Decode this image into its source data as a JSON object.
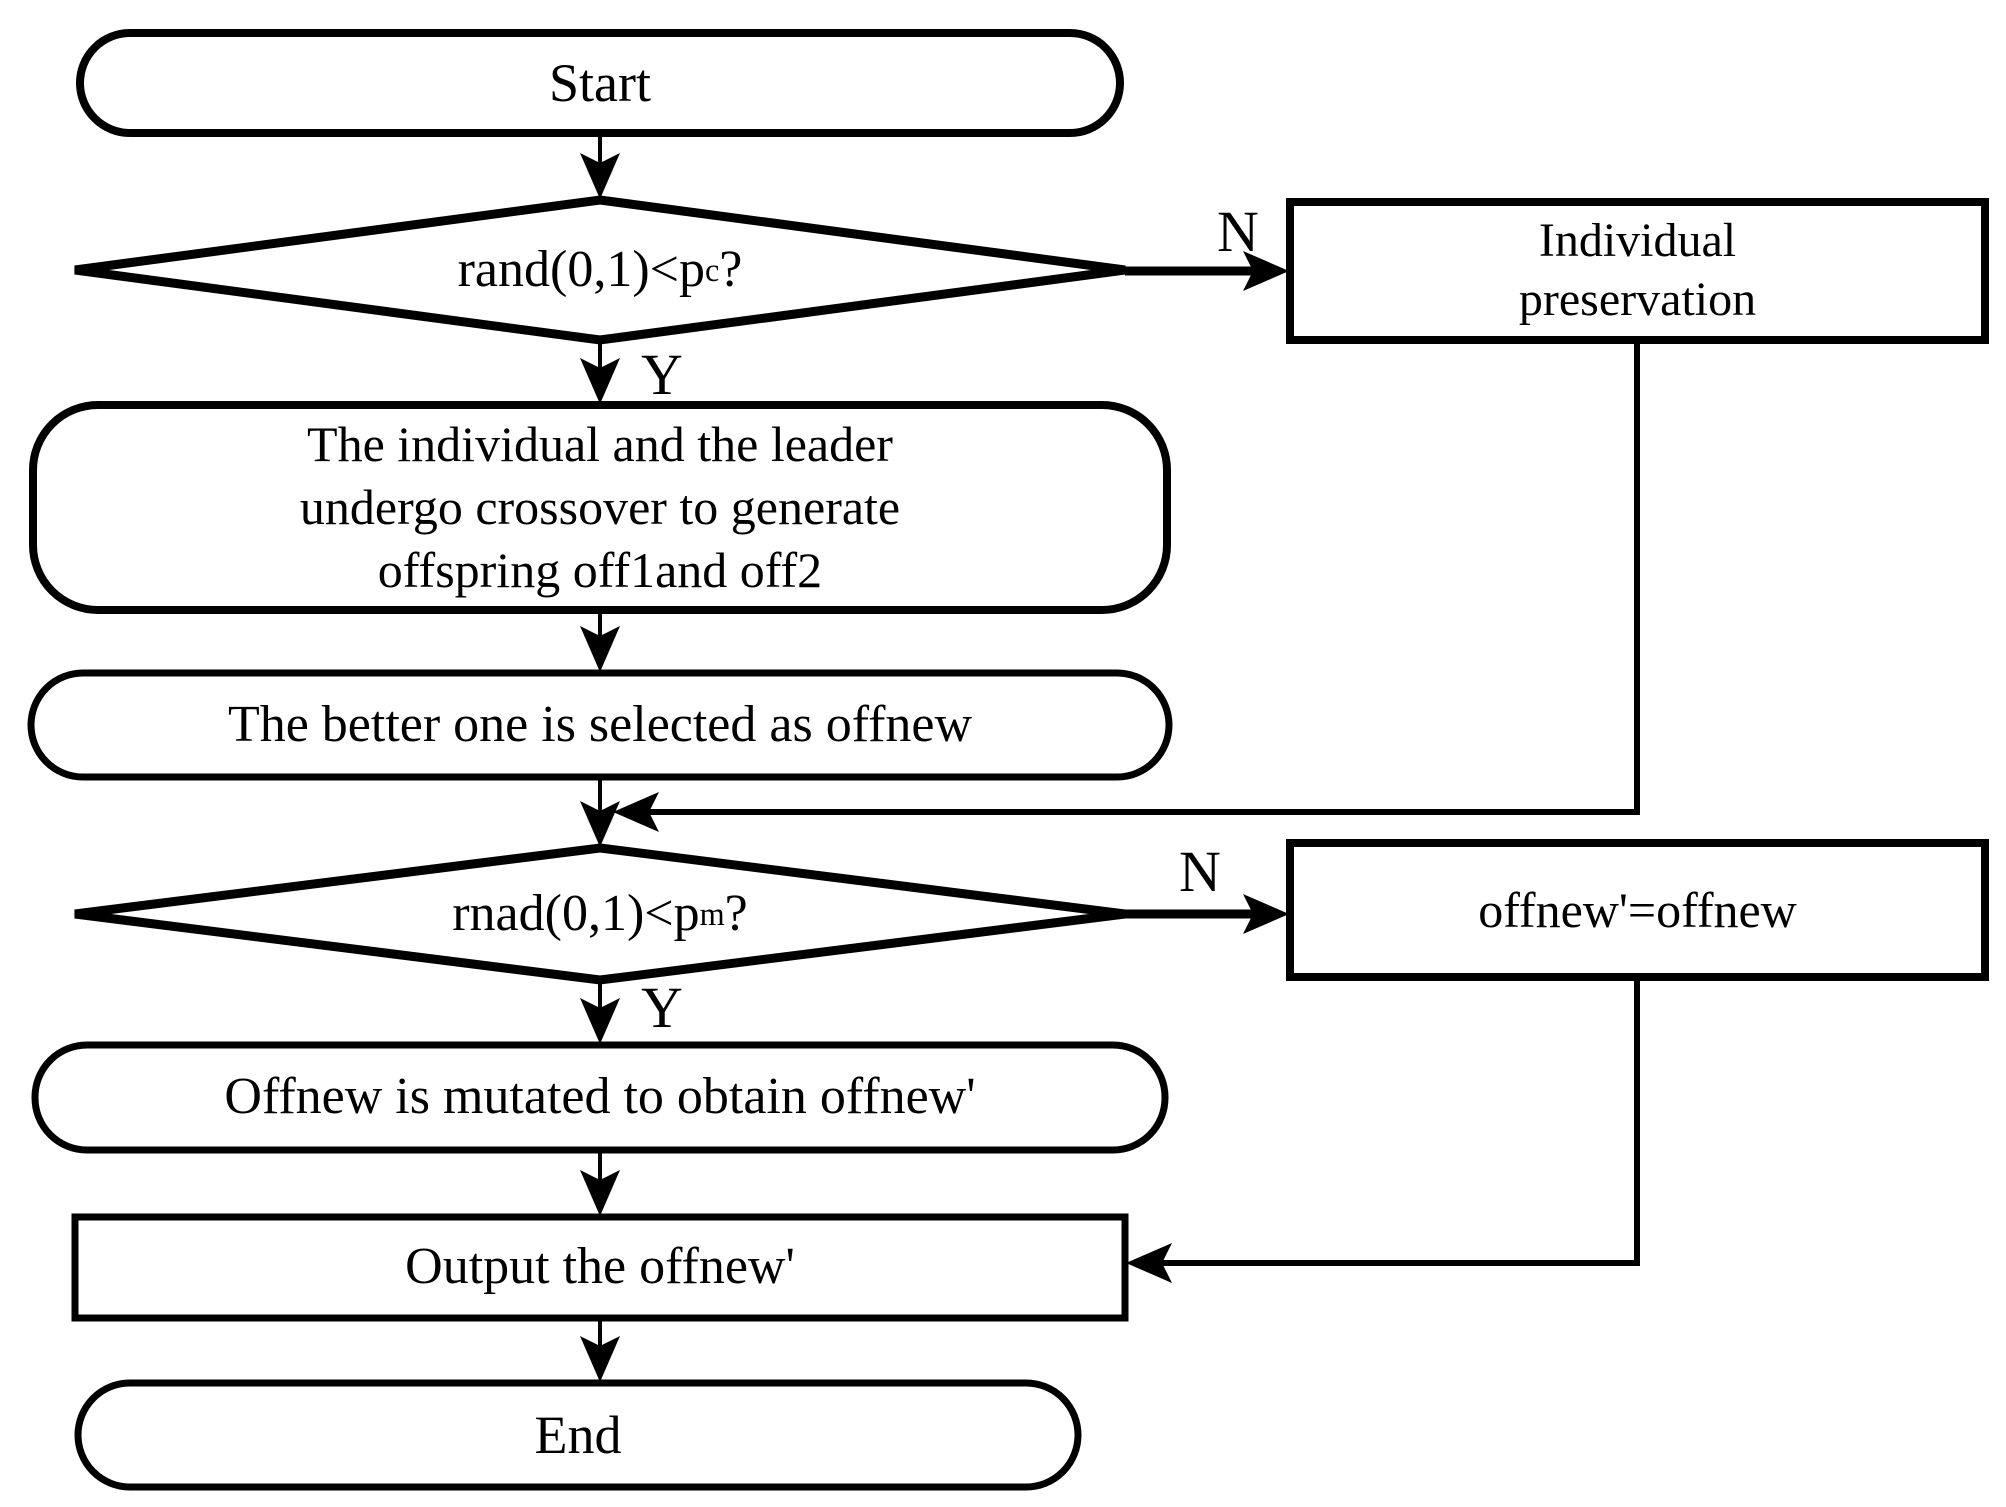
{
  "diagram": {
    "type": "flowchart",
    "colors": {
      "stroke": "#000000",
      "background": "#ffffff"
    },
    "nodes": {
      "start": {
        "shape": "terminator",
        "label": "Start"
      },
      "decision_crossover": {
        "shape": "decision",
        "pre": "rand(0,1)<p",
        "sub": "c",
        "post": " ?"
      },
      "individual_preservation": {
        "shape": "process",
        "line1": "Individual",
        "line2": "preservation"
      },
      "crossover": {
        "shape": "rounded",
        "line1": "The individual and the leader",
        "line2": "undergo crossover to generate",
        "line3": "offspring off1and off2"
      },
      "better_selected": {
        "shape": "rounded",
        "label": "The better one is selected as offnew"
      },
      "decision_mutation": {
        "shape": "decision",
        "pre": "rnad(0,1)<p",
        "sub": "m",
        "post": " ?"
      },
      "offnew_assign": {
        "shape": "process",
        "label": "offnew'=offnew"
      },
      "mutated": {
        "shape": "rounded",
        "label": "Offnew is mutated to obtain offnew'"
      },
      "output": {
        "shape": "process",
        "label": "Output the offnew'"
      },
      "end": {
        "shape": "terminator",
        "label": "End"
      }
    },
    "edge_labels": {
      "n1": "N",
      "y1": "Y",
      "n2": "N",
      "y2": "Y"
    },
    "edges": [
      {
        "from": "start",
        "to": "decision_crossover"
      },
      {
        "from": "decision_crossover",
        "to": "individual_preservation",
        "label": "N"
      },
      {
        "from": "decision_crossover",
        "to": "crossover",
        "label": "Y"
      },
      {
        "from": "crossover",
        "to": "better_selected"
      },
      {
        "from": "better_selected",
        "to": "decision_mutation"
      },
      {
        "from": "individual_preservation",
        "to": "decision_mutation"
      },
      {
        "from": "decision_mutation",
        "to": "offnew_assign",
        "label": "N"
      },
      {
        "from": "decision_mutation",
        "to": "mutated",
        "label": "Y"
      },
      {
        "from": "mutated",
        "to": "output"
      },
      {
        "from": "offnew_assign",
        "to": "output"
      },
      {
        "from": "output",
        "to": "end"
      }
    ]
  }
}
